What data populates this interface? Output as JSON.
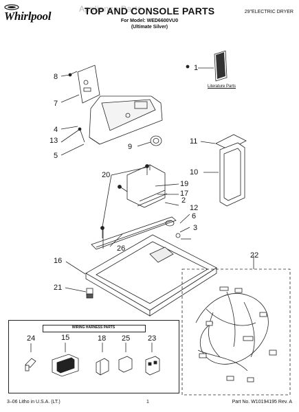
{
  "header": {
    "brand": "Whirlpool",
    "watermark": "Appliance Parts",
    "title": "TOP AND CONSOLE PARTS",
    "model_line": "For Model: WED6600VU0",
    "model_sub": "(Ultimate Silver)",
    "product": "29\"ELECTRIC DRYER"
  },
  "literature_label": "Literature Parts",
  "callouts": {
    "c1": "1",
    "c2": "2",
    "c3": "3",
    "c4": "4",
    "c5": "5",
    "c6": "6",
    "c7": "7",
    "c8": "8",
    "c9": "9",
    "c10": "10",
    "c11": "11",
    "c12": "12",
    "c13": "13",
    "c16": "16",
    "c17": "17",
    "c19": "19",
    "c20": "20",
    "c21": "21",
    "c22": "22",
    "c26": "26"
  },
  "harness": {
    "title": "WIRING HARNESS PARTS",
    "items": [
      "24",
      "15",
      "18",
      "25",
      "23"
    ]
  },
  "footer": {
    "left": "3–06 Litho in U.S.A. (LT.)",
    "page": "1",
    "right": "Part No. W10194195 Rev. A"
  }
}
